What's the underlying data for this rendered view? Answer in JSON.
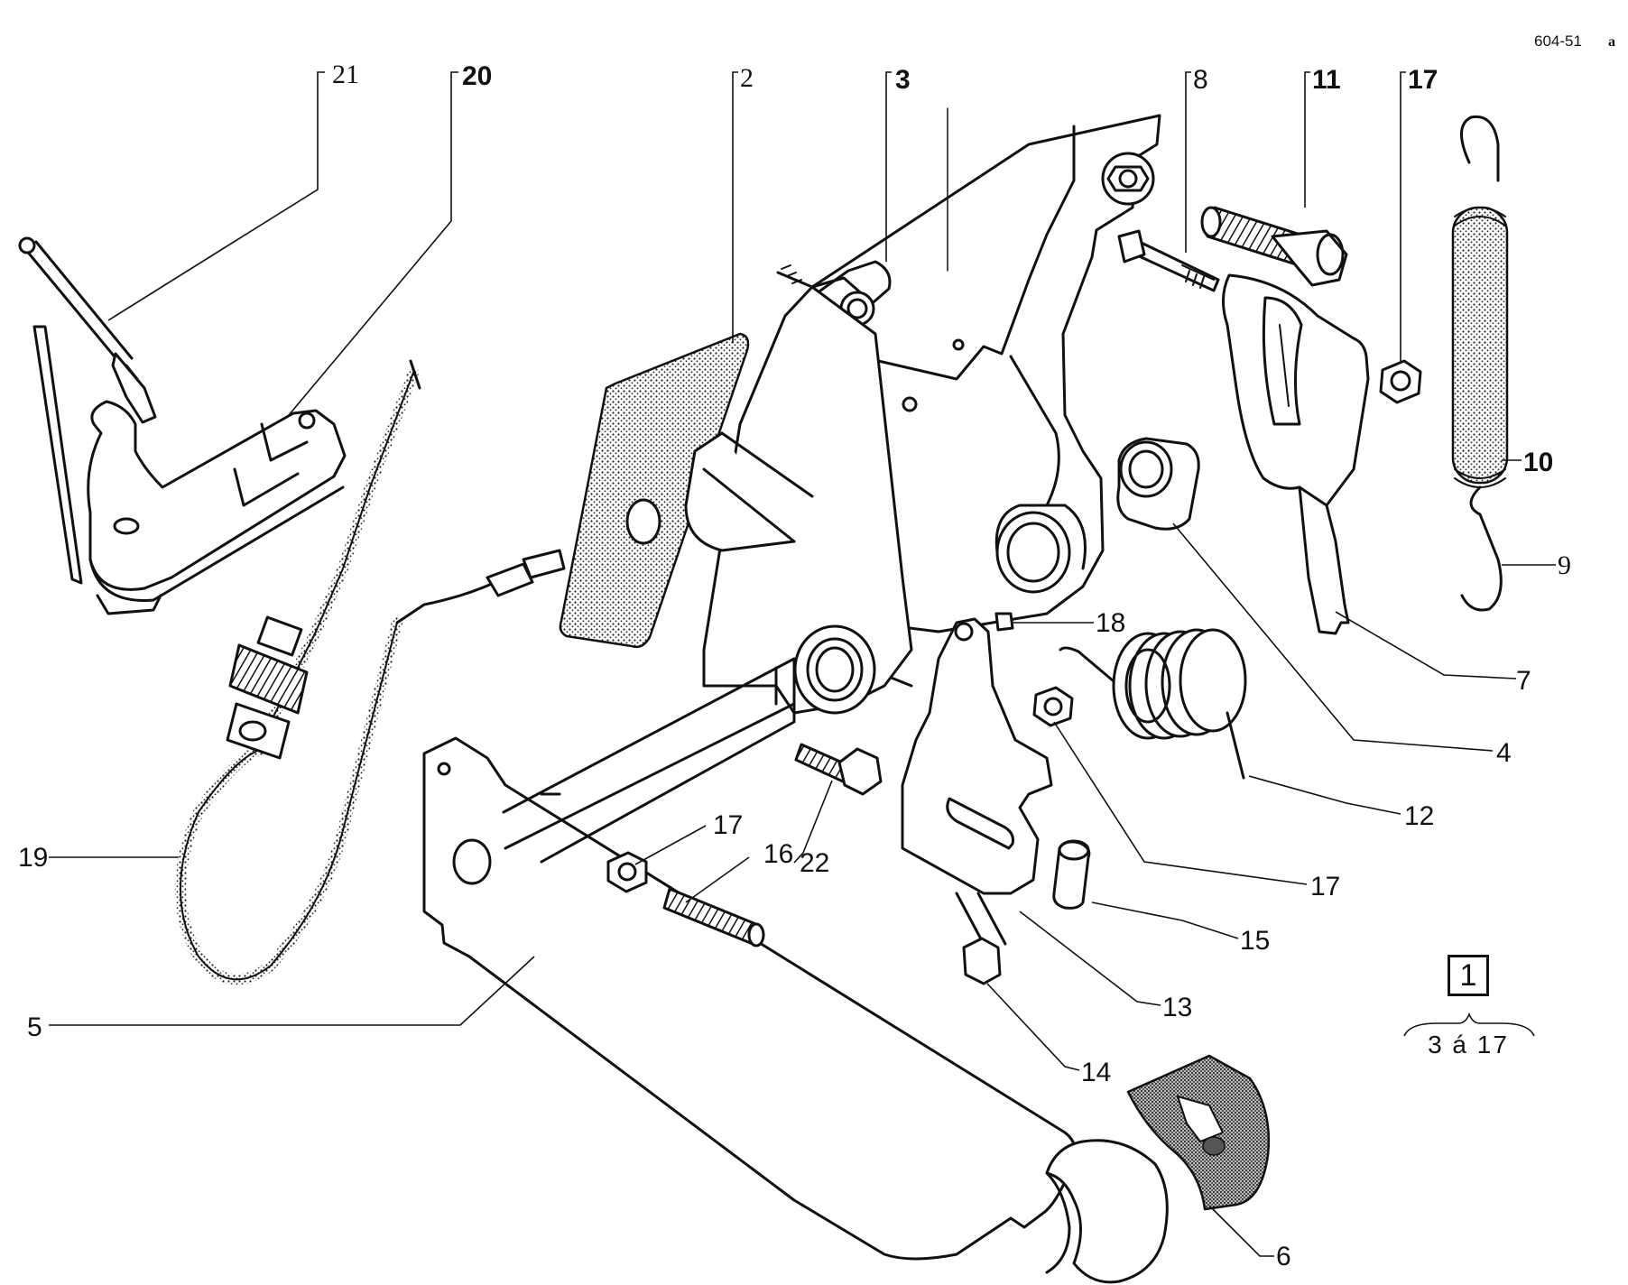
{
  "reference": {
    "code": "604-51",
    "suffix": "a"
  },
  "group": {
    "number": "1",
    "range": "3 á 17"
  },
  "callouts": {
    "c21": "21",
    "c20": "20",
    "c2": "2",
    "c3": "3",
    "c8": "8",
    "c11": "11",
    "c17a": "17",
    "c10": "10",
    "c9": "9",
    "c7": "7",
    "c4": "4",
    "c18": "18",
    "c12": "12",
    "c17b": "17",
    "c17c": "17",
    "c16": "16",
    "c22": "22",
    "c19": "19",
    "c15": "15",
    "c13": "13",
    "c5": "5",
    "c14": "14",
    "c6": "6"
  }
}
